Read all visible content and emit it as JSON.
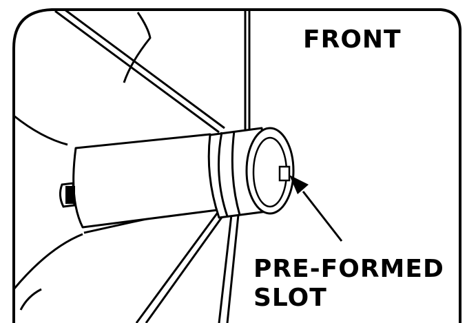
{
  "labels": {
    "front": "FRONT",
    "slot_line1": "PRE-FORMED",
    "slot_line2": "SLOT"
  },
  "colors": {
    "ink": "#000000",
    "paper": "#ffffff"
  }
}
